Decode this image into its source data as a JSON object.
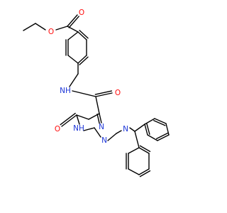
{
  "colors": {
    "bond": "#000000",
    "O": "#ff0d0d",
    "N": "#1c35d8",
    "background": "#ffffff"
  },
  "atoms": {
    "ester_o_carbonyl": {
      "label": "O",
      "element": "O"
    },
    "ester_o_ether": {
      "label": "O",
      "element": "O"
    },
    "amide_n": {
      "label": "NH",
      "element": "N"
    },
    "amide_o": {
      "label": "O",
      "element": "O"
    },
    "ring_n_top": {
      "label": "N",
      "element": "N"
    },
    "ring_nh": {
      "label": "NH",
      "element": "N"
    },
    "lactam_o": {
      "label": "O",
      "element": "O"
    },
    "pip_n_left": {
      "label": "N",
      "element": "N"
    },
    "pip_n_right": {
      "label": "N",
      "element": "N"
    }
  }
}
